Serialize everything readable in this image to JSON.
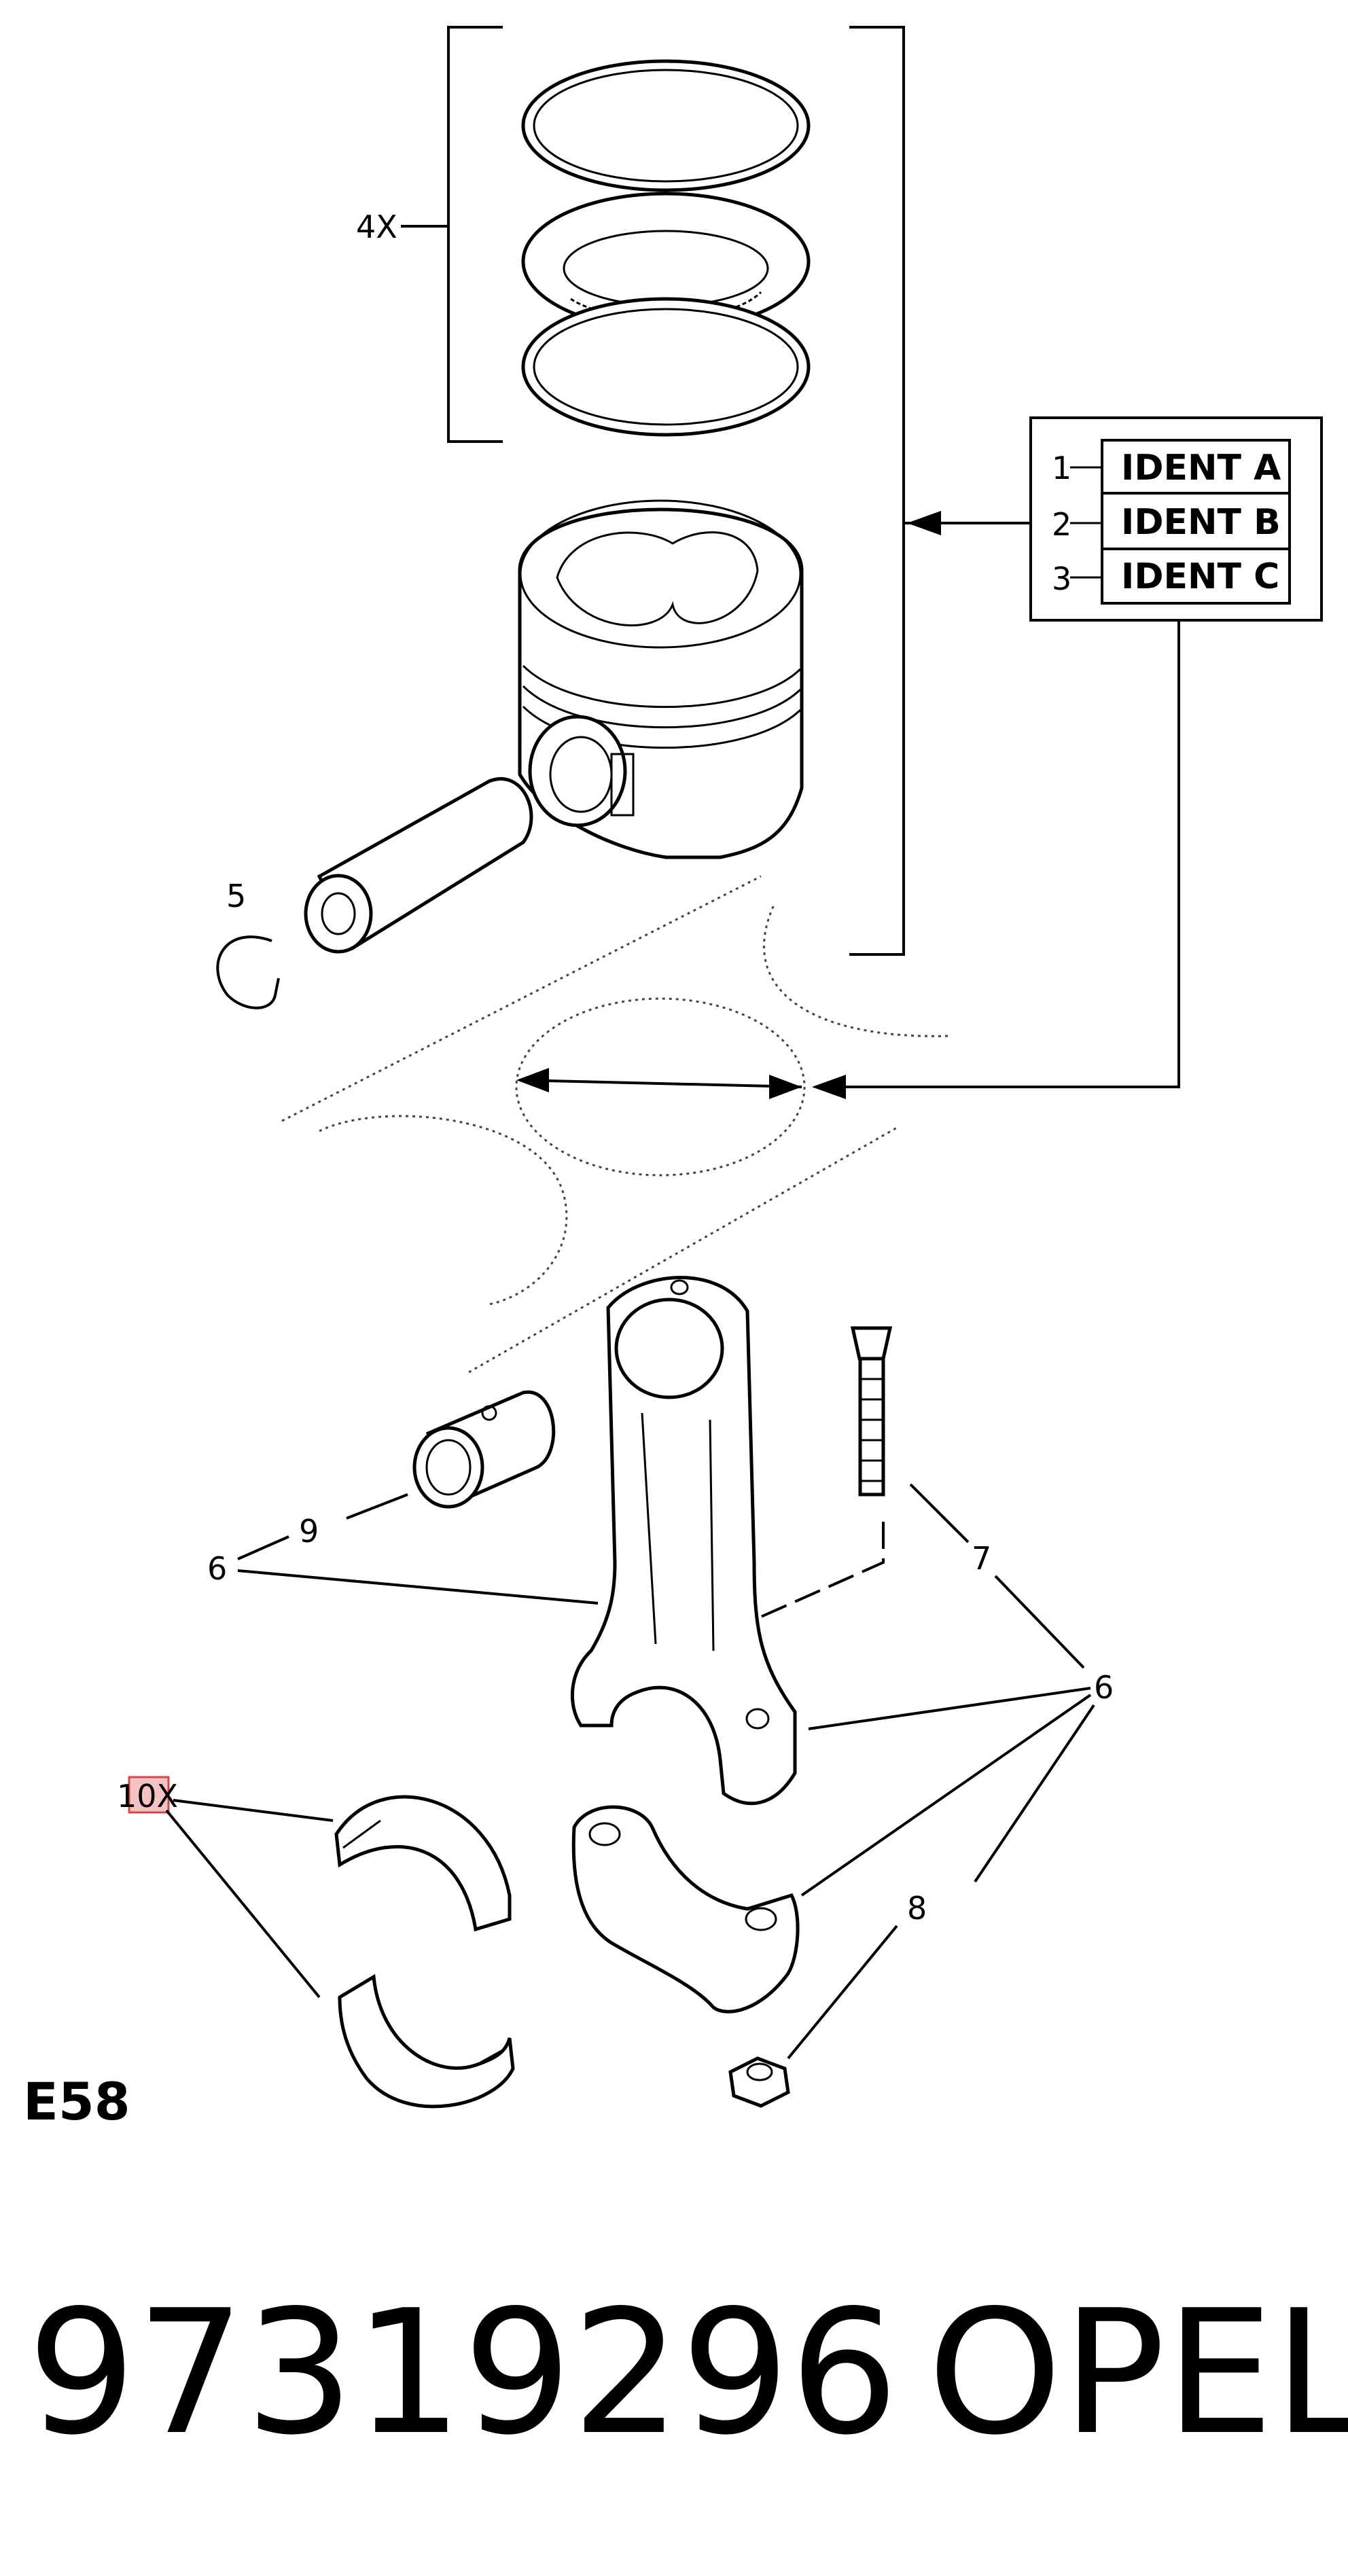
{
  "ring_set": {
    "qty_label": "4X"
  },
  "ident_table": {
    "rows": [
      {
        "num": "1",
        "text": "IDENT A"
      },
      {
        "num": "2",
        "text": "IDENT B"
      },
      {
        "num": "3",
        "text": "IDENT C"
      }
    ]
  },
  "callouts": {
    "snap_ring": "5",
    "bushing": "9",
    "rod_left": "6",
    "bolt": "7",
    "rod_right": "6",
    "nut": "8",
    "bearing_qty": "10X"
  },
  "diagram_code": "E58",
  "part_number": "97319296",
  "brand": "OPEL",
  "colors": {
    "line": "#000000",
    "highlight_box": "#f4c2c2",
    "highlight_border": "#d04a4a"
  }
}
